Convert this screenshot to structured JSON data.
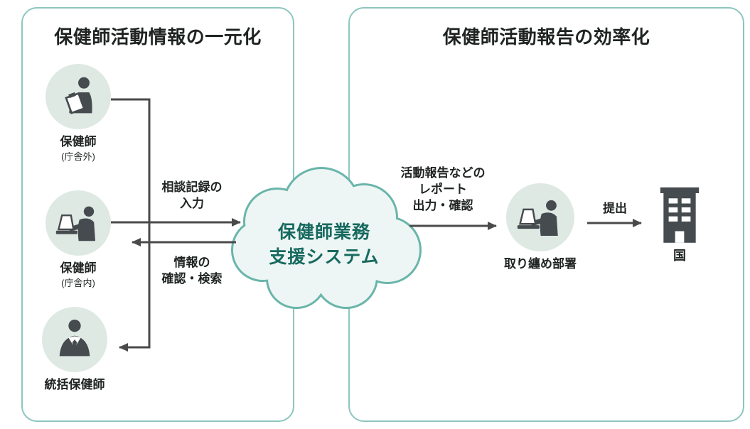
{
  "left_panel": {
    "title": "保健師活動情報の一元化",
    "actors": [
      {
        "label": "保健師",
        "sublabel": "(庁舎外)"
      },
      {
        "label": "保健師",
        "sublabel": "(庁舎内)"
      },
      {
        "label": "統括保健師"
      }
    ],
    "flow_labels": {
      "input": "相談記録の\n入力",
      "search": "情報の\n確認・検索"
    }
  },
  "cloud": {
    "label": "保健師業務\n支援システム"
  },
  "right_panel": {
    "title": "保健師活動報告の効率化",
    "flow_labels": {
      "report": "活動報告などの\nレポート\n出力・確認",
      "submit": "提出"
    },
    "department": {
      "label": "取り纏め部署"
    },
    "government": {
      "label": "国"
    }
  },
  "colors": {
    "panel_border": "#8cc6bf",
    "circle_bg": "#dfe9e4",
    "icon_color": "#454b4e",
    "arrow_color": "#4a4a4a",
    "cloud_fill": "#edf6f4",
    "cloud_stroke": "#6ab5ab",
    "cloud_text": "#17695f",
    "text_color": "#1f2423"
  }
}
